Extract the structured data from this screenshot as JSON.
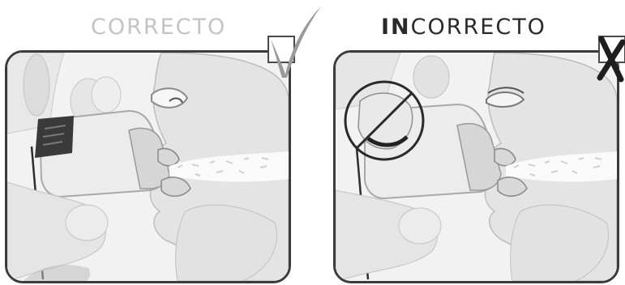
{
  "correct_title": "CORRECTO",
  "incorrect_title_bold": "IN",
  "incorrect_title_rest": "CORRECTO",
  "colors": {
    "correct_title": "#c4c4c4",
    "incorrect_title": "#2a2a2a",
    "frame": "#3c3c3c",
    "checkmark": "#9a9a9a",
    "cross": "#1e1e1e"
  },
  "icons": {
    "correct": "check-mark-icon",
    "incorrect": "cross-mark-icon",
    "prohibited": "no-sign-icon"
  }
}
